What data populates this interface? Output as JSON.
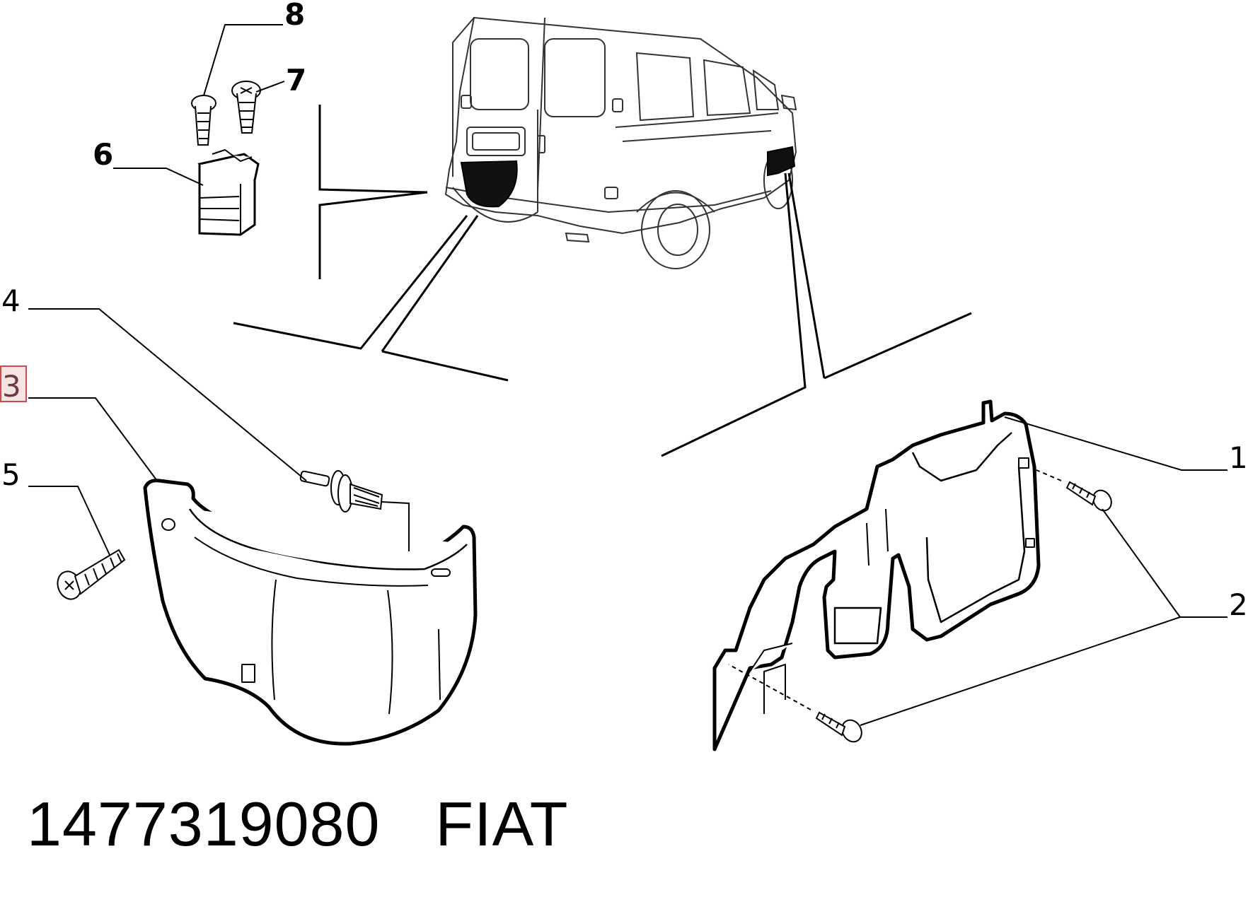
{
  "callouts": {
    "n1": "1",
    "n2": "2",
    "n3": "3",
    "n4": "4",
    "n5": "5",
    "n6": "6",
    "n7": "7",
    "n8": "8"
  },
  "highlighted_callout": "3",
  "caption": {
    "part_number": "1477319080",
    "brand": "FIAT"
  },
  "colors": {
    "line": "#000000",
    "highlight_fill": "#f6e4e4",
    "highlight_border": "#d24a4a"
  }
}
